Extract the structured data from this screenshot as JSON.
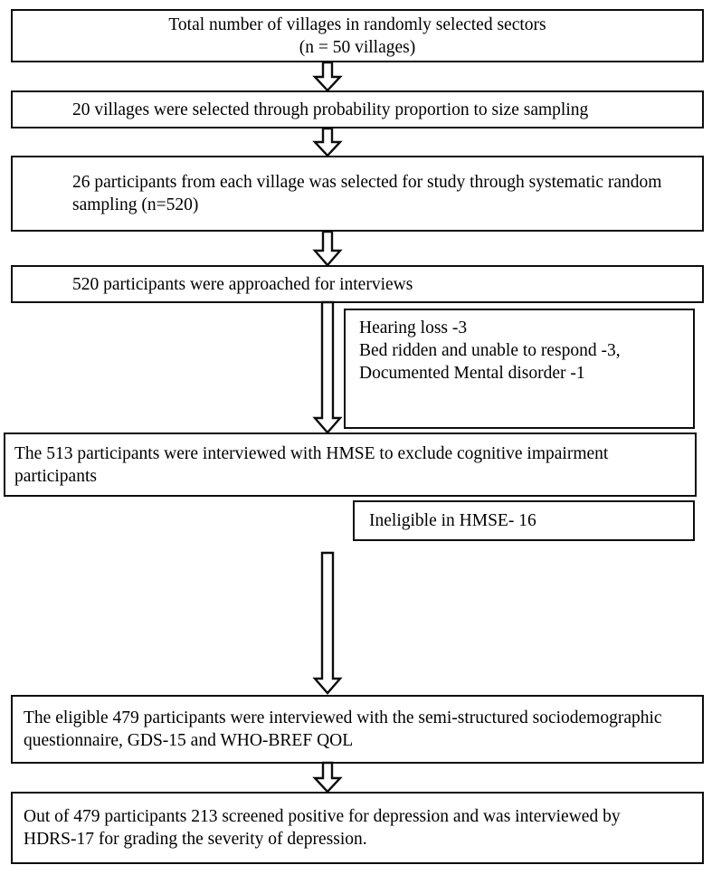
{
  "diagram": {
    "title": "Study participant flow diagram",
    "colors": {
      "stroke": "#0d0d0d",
      "fill": "#ffffff",
      "text": "#000000"
    },
    "nodes": {
      "total_villages": "Total number of villages in randomly selected sectors\n(n = 50 villages)",
      "pps_sampling": "20 villages were selected through probability proportion to size sampling",
      "systematic_sampling": "26 participants from each village was selected for study through systematic random sampling (n=520)",
      "approached": "520 participants were approached for interviews",
      "exclusions": "Hearing loss -3\nBed ridden and unable to respond -3,\nDocumented Mental disorder -1",
      "hmse_screen": "The 513 participants were interviewed with HMSE to exclude cognitive impairment participants",
      "ineligible_hmse": "Ineligible in HMSE- 16",
      "eligible_interview": "The eligible 479 participants were interviewed with the semi-structured sociodemographic questionnaire, GDS-15  and WHO-BREF QOL",
      "final_outcome": "Out of 479 participants 213 screened positive for depression and was interviewed by HDRS-17 for grading the severity of depression."
    },
    "connectors": {
      "a1": "down-arrow",
      "a2": "down-arrow",
      "a3": "down-arrow",
      "a4": "down-arrow-long",
      "a5": "down-arrow-long",
      "a6": "down-arrow"
    }
  }
}
